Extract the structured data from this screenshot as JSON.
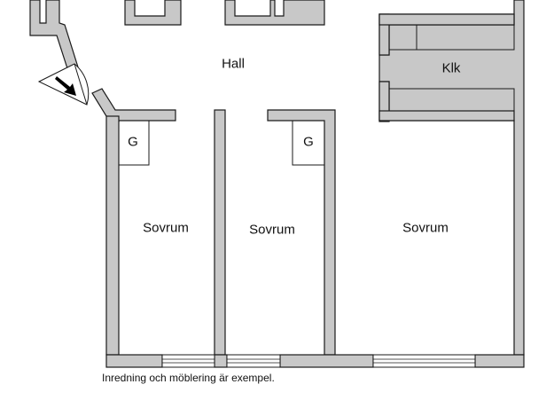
{
  "rooms": {
    "hall": "Hall",
    "klk": "Klk",
    "sovrum_1": "Sovrum",
    "sovrum_2": "Sovrum",
    "sovrum_3": "Sovrum"
  },
  "wardrobes": {
    "g_1": "G",
    "g_2": "G"
  },
  "disclaimer": "Inredning och möblering är exempel.",
  "colors": {
    "wall_fill": "#c8c8c8",
    "wall_stroke": "#1a1a1a",
    "background": "#ffffff"
  },
  "icons": {
    "entrance": "entrance-arrow-icon"
  }
}
